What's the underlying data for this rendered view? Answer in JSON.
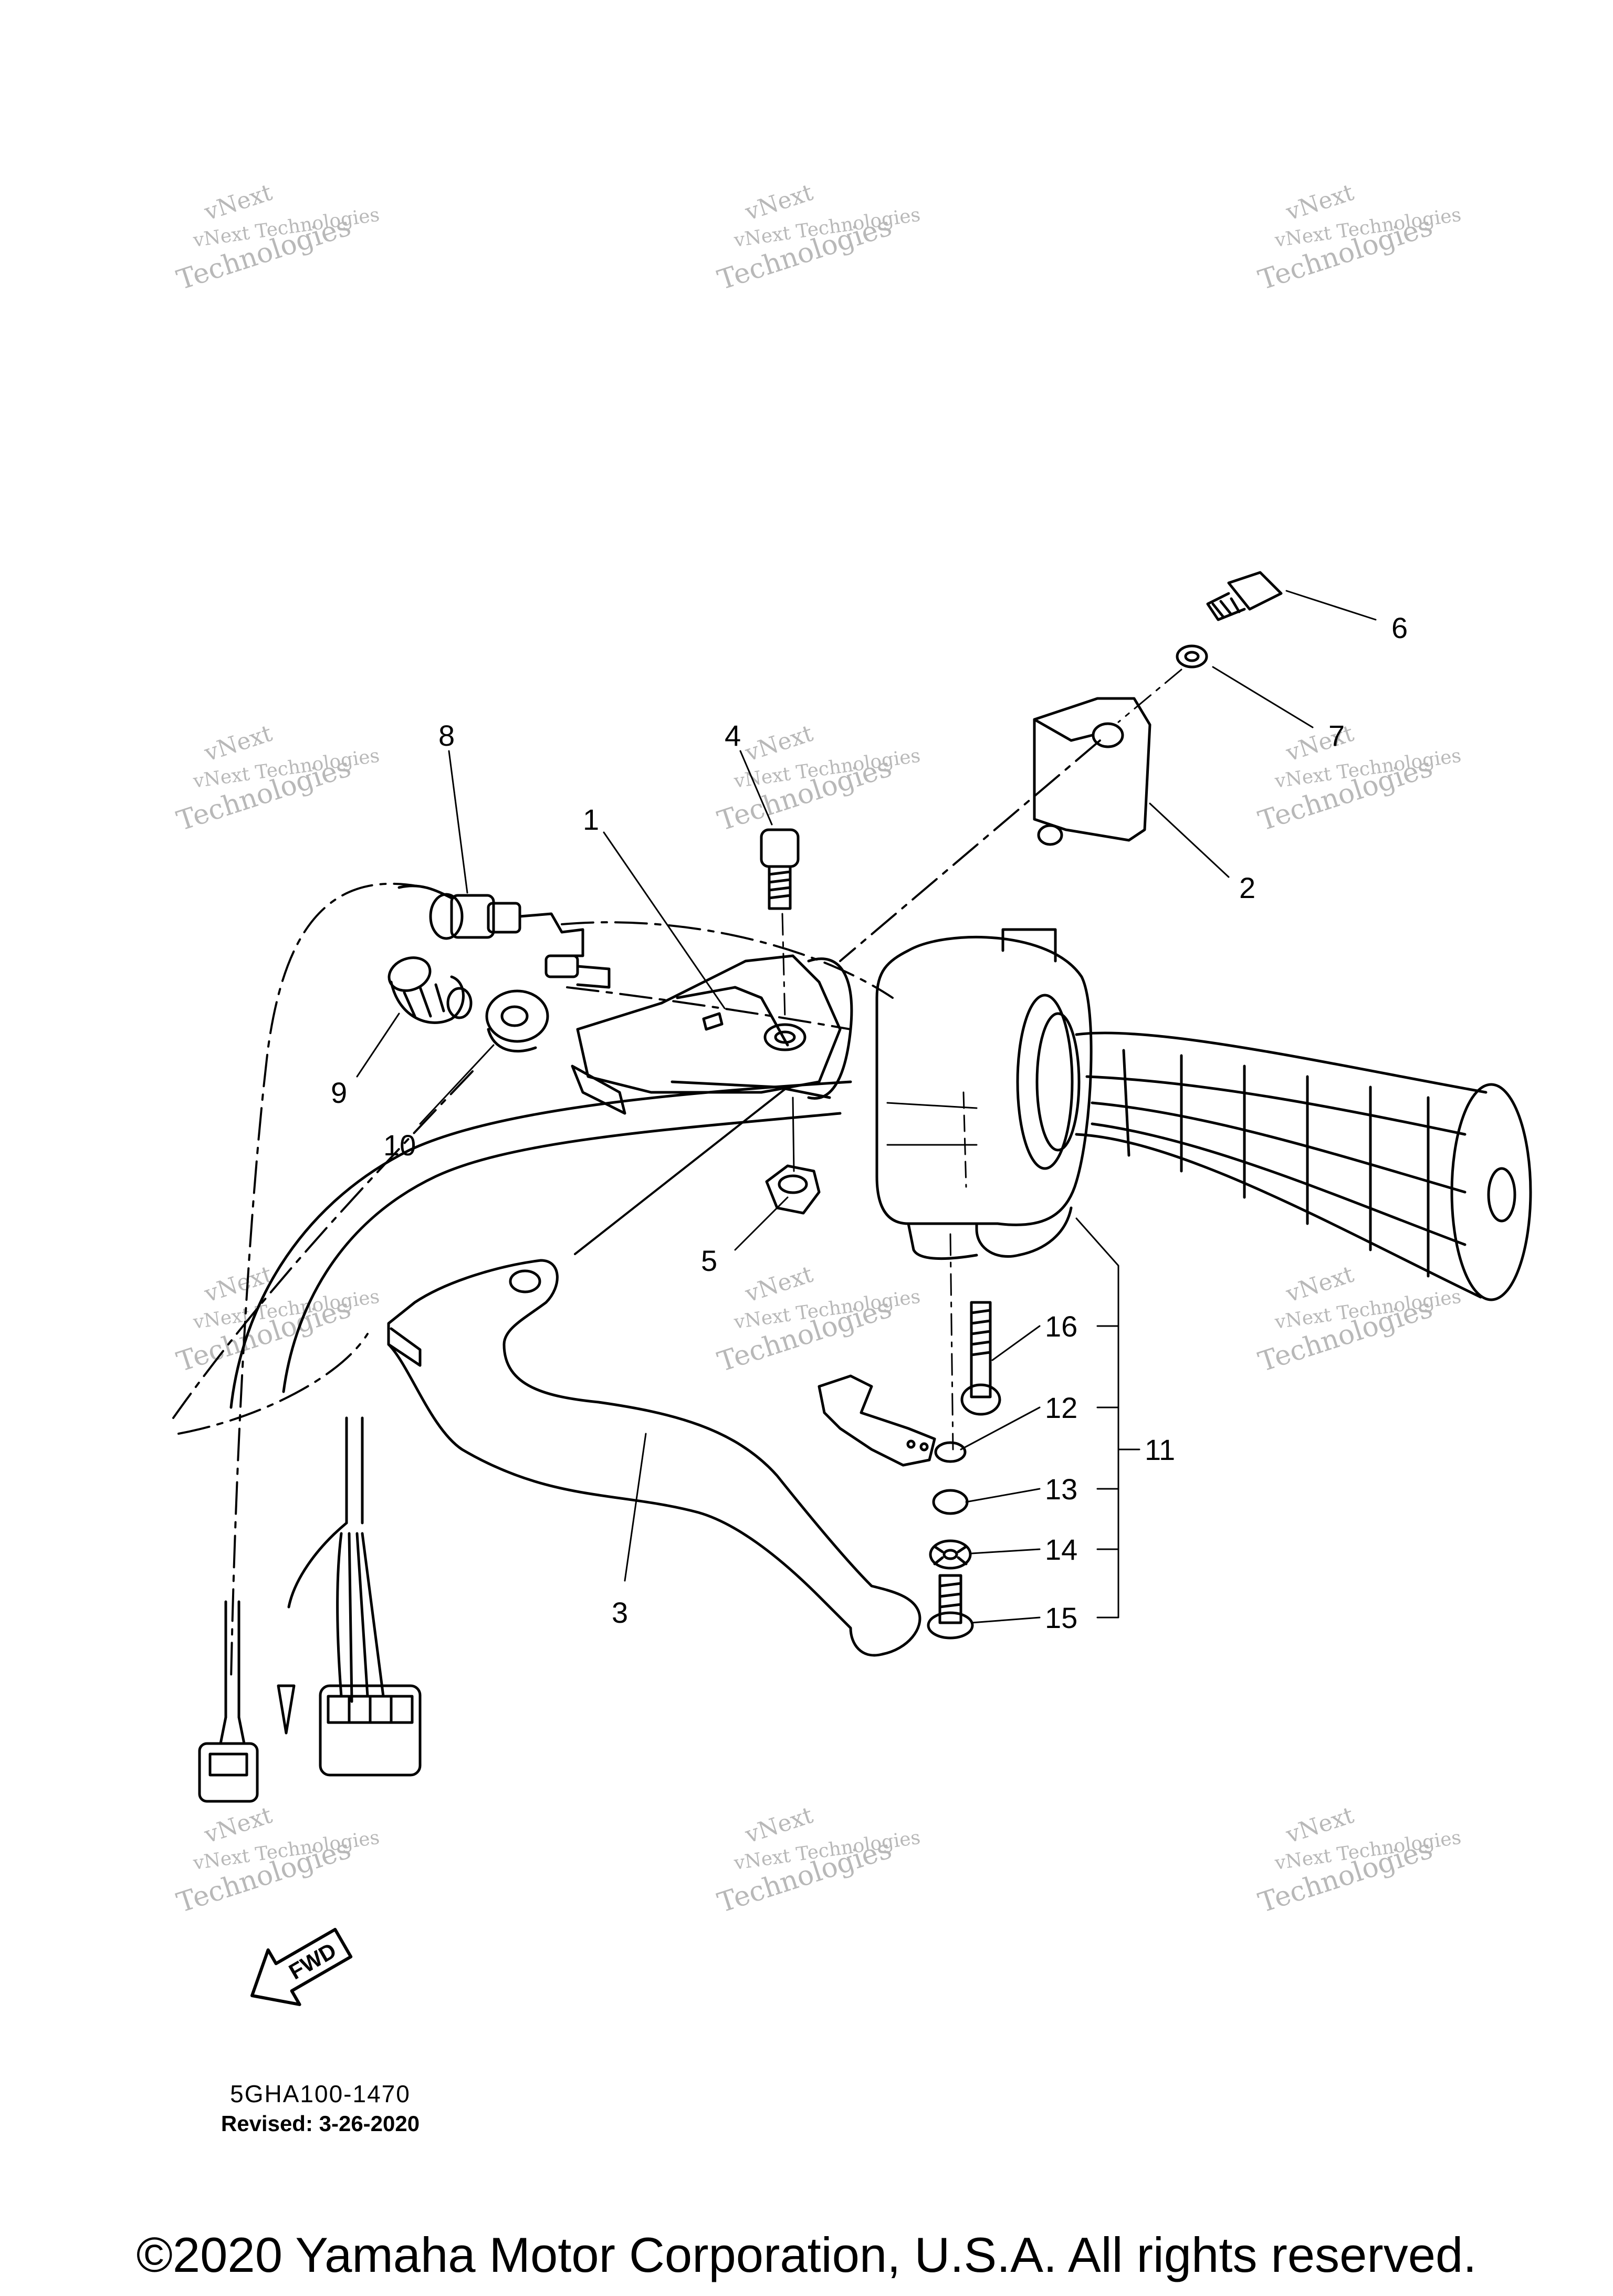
{
  "watermark": {
    "line1": "vNext Technologies",
    "line2": "vNext",
    "line3": "Technologies"
  },
  "callouts": [
    "1",
    "2",
    "3",
    "4",
    "5",
    "6",
    "7",
    "8",
    "9",
    "10",
    "11",
    "12",
    "13",
    "14",
    "15",
    "16"
  ],
  "fwd_arrow": {
    "label": "FWD"
  },
  "part_code": "5GHA100-1470",
  "revised": "Revised: 3-26-2020",
  "copyright": "©2020 Yamaha Motor Corporation, U.S.A. All rights reserved."
}
